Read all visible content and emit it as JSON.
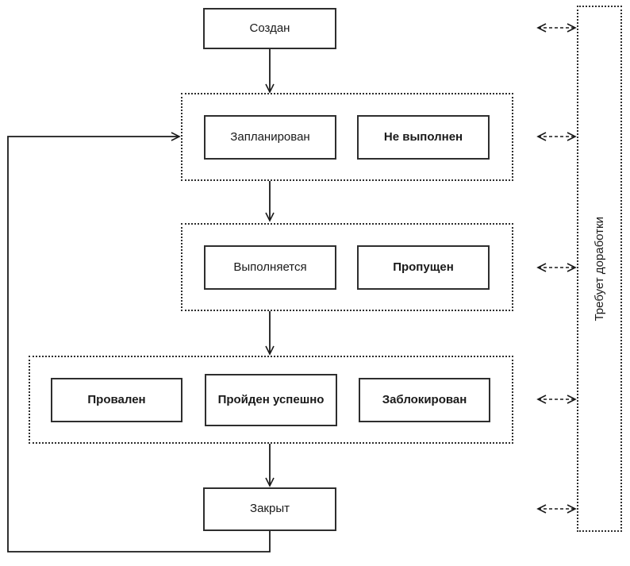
{
  "diagram": {
    "type": "state-flowchart",
    "language": "ru",
    "nodes": {
      "created": {
        "label": "Создан",
        "bold": false
      },
      "planned": {
        "label": "Запланирован",
        "bold": false
      },
      "not_executed": {
        "label": "Не выполнен",
        "bold": true
      },
      "executing": {
        "label": "Выполняется",
        "bold": false
      },
      "skipped": {
        "label": "Пропущен",
        "bold": true
      },
      "failed": {
        "label": "Провален",
        "bold": true
      },
      "passed": {
        "label": "Пройден успешно",
        "bold": true
      },
      "blocked": {
        "label": "Заблокирован",
        "bold": true
      },
      "closed": {
        "label": "Закрыт",
        "bold": false
      },
      "rework": {
        "label": "Требует доработки",
        "bold": false
      }
    },
    "groups": [
      {
        "id": "planned-group",
        "members": [
          "planned",
          "not_executed"
        ]
      },
      {
        "id": "executing-group",
        "members": [
          "executing",
          "skipped"
        ]
      },
      {
        "id": "result-group",
        "members": [
          "failed",
          "passed",
          "blocked"
        ]
      }
    ],
    "edges": [
      {
        "from": "created",
        "to": "planned-group",
        "style": "solid-arrow"
      },
      {
        "from": "planned-group",
        "to": "executing-group",
        "style": "solid-arrow"
      },
      {
        "from": "executing-group",
        "to": "result-group",
        "style": "solid-arrow"
      },
      {
        "from": "result-group",
        "to": "closed",
        "style": "solid-arrow"
      },
      {
        "from": "closed",
        "to": "planned-group",
        "style": "solid-loop-arrow"
      },
      {
        "from": "rework",
        "to": "created",
        "style": "dashed-double-arrow"
      },
      {
        "from": "rework",
        "to": "planned-group",
        "style": "dashed-double-arrow"
      },
      {
        "from": "rework",
        "to": "executing-group",
        "style": "dashed-double-arrow"
      },
      {
        "from": "rework",
        "to": "result-group",
        "style": "dashed-double-arrow"
      },
      {
        "from": "rework",
        "to": "closed",
        "style": "dashed-double-arrow"
      }
    ],
    "colors": {
      "line": "#1a1a1a",
      "background": "#ffffff",
      "box_fill": "#ffffff"
    }
  }
}
